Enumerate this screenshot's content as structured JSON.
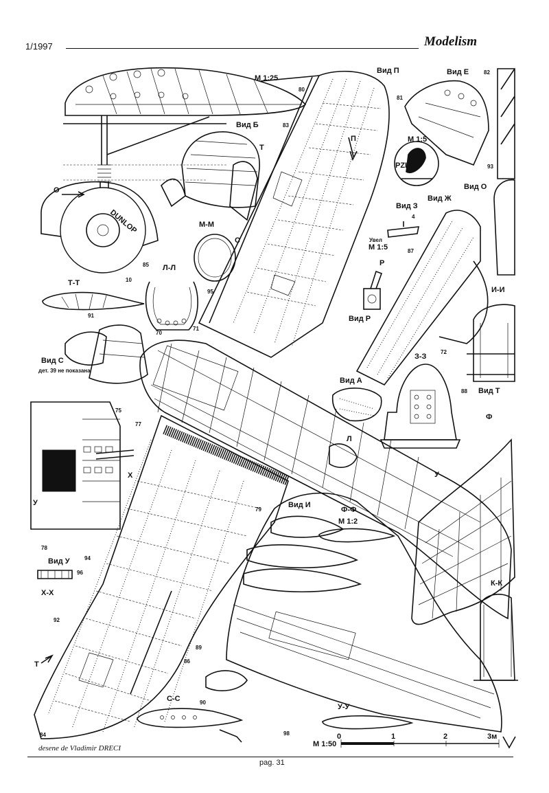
{
  "header": {
    "issue": "1/1997",
    "brand": "Modelism"
  },
  "footer": {
    "author": "desene de Vladimir DRECI",
    "page": "pag. 31"
  },
  "views": {
    "vid_p": "Вид П",
    "vid_e": "Вид Е",
    "vid_b": "Вид Б",
    "vid_o": "Вид О",
    "vid_z": "Вид З",
    "vid_zh": "Вид Ж",
    "vid_r": "Вид Р",
    "vid_a": "Вид А",
    "vid_t": "Вид Т",
    "vid_i": "Вид И",
    "vid_u": "Вид У",
    "vid_s": "Вид С",
    "vid_s_note": "дет. 39 не показана"
  },
  "sections": {
    "tt": "Т-Т",
    "ll": "Л-Л",
    "mm": "М-М",
    "ii": "И-И",
    "zz": "З-З",
    "ff": "Ф-Ф",
    "kk": "К-К",
    "xx": "Х-Х",
    "ss": "С-С",
    "uu": "У-У"
  },
  "scales": {
    "m125": "М 1:25",
    "m15a": "М 1:5",
    "m15b": "М 1:5",
    "m12": "М 1:2",
    "m150": "М 1:50",
    "uvel": "Увел",
    "bar_ticks": [
      "0",
      "1",
      "2",
      "3м"
    ]
  },
  "letters": {
    "t": "Т",
    "p": "П",
    "s": "С",
    "r": "Р",
    "f": "Ф",
    "u": "У",
    "x": "Х",
    "o": "О",
    "l": "Л",
    "t2": "Т",
    "yu": "У"
  },
  "tire": "DUNLOP",
  "insignia": "PZL",
  "parts": [
    "80",
    "81",
    "82",
    "83",
    "84",
    "85",
    "86",
    "87",
    "88",
    "89",
    "90",
    "91",
    "92",
    "93",
    "94",
    "95",
    "96",
    "4",
    "10",
    "70",
    "71",
    "72",
    "75",
    "77",
    "78",
    "79",
    "98"
  ]
}
